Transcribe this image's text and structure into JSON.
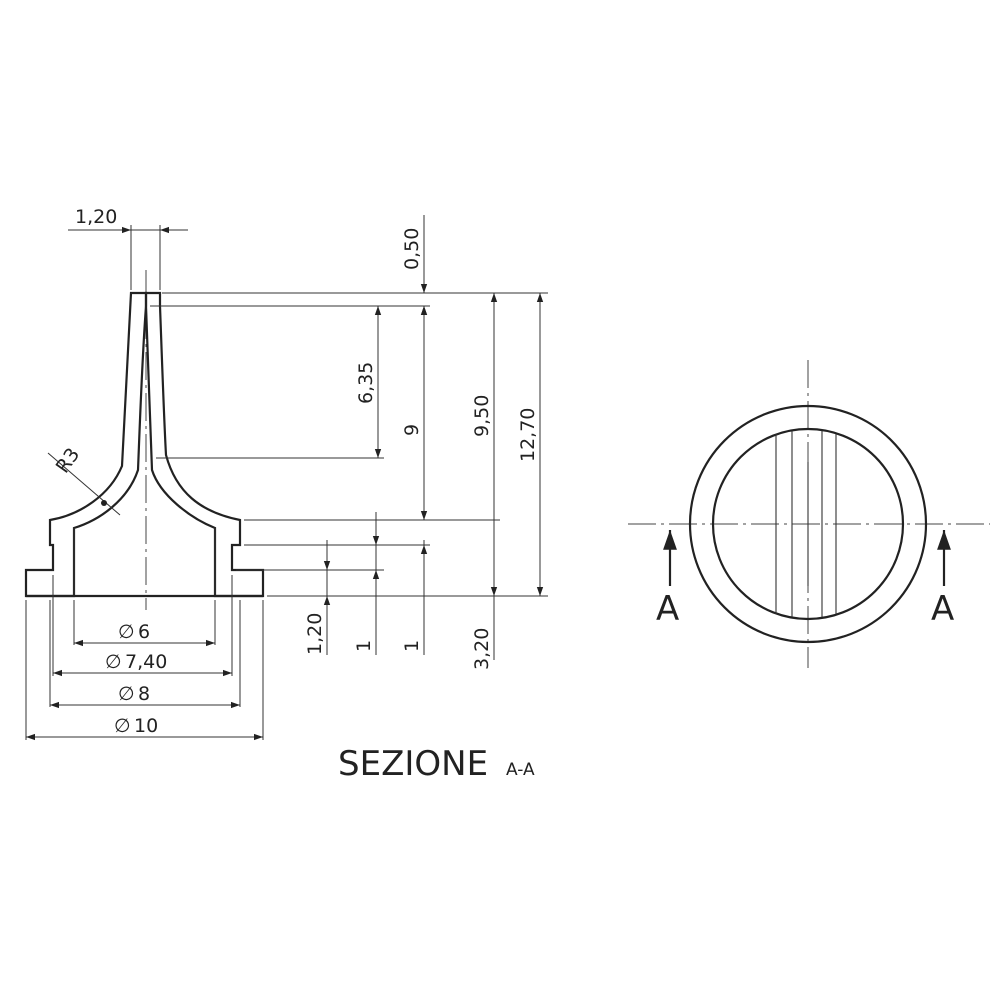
{
  "title": "SEZIONE",
  "section_id": "A-A",
  "section_markers": [
    "A",
    "A"
  ],
  "dimensions": {
    "top_wall": "1,20",
    "top_offset": "0,50",
    "inner_depth": "6,35",
    "cone_height": "9",
    "body_height": "9,50",
    "total_height": "12,70",
    "radius": "R3",
    "flange_thickness": "1,20",
    "step_a": "1",
    "step_b": "1",
    "base_height": "3,20",
    "dia_inner": "6",
    "dia_lower": "7,40",
    "dia_mid": "8",
    "dia_outer": "10"
  },
  "diameter_symbol": "∅"
}
